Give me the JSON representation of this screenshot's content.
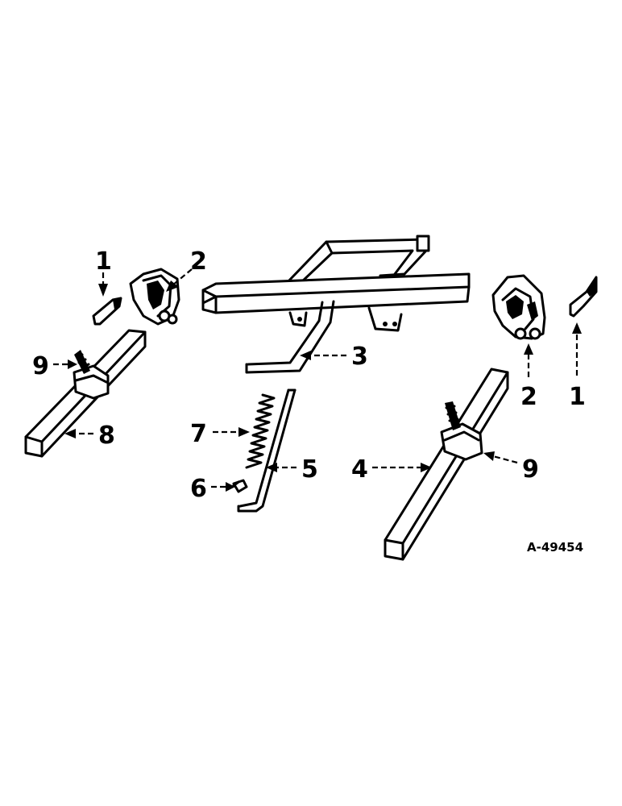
{
  "callouts": {
    "c1_left": "1",
    "c2_left": "2",
    "c3": "3",
    "c4": "4",
    "c5": "5",
    "c6": "6",
    "c7": "7",
    "c8": "8",
    "c9_left": "9",
    "c2_right": "2",
    "c1_right": "1",
    "c9_right": "9"
  },
  "reference_number": "A-49454"
}
